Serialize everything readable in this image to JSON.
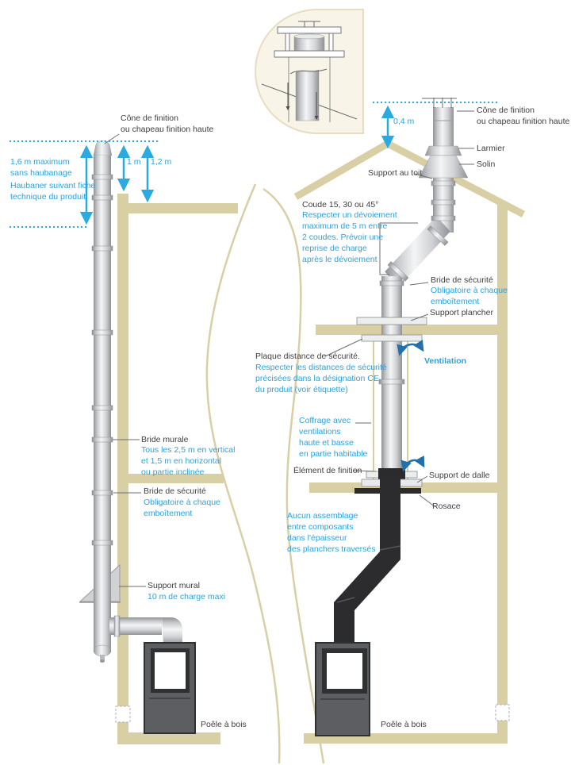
{
  "colors": {
    "accent_cyan": "#29abe2",
    "structure_beige": "#d9cfa5",
    "ventilation_arrow_blue": "#2170ad",
    "text_dark": "#3f3f41",
    "flue_black": "#2c2c2f"
  },
  "left": {
    "cone": "Cône de finition\nou chapeau finition haute",
    "max_no_guy": "1,6 m maximum\nsans haubanage",
    "guy_note": "Haubaner suivant fiche\ntechnique du produit",
    "dim_1m": "1 m",
    "dim_1_2m": "1,2 m",
    "bride_murale": "Bride murale",
    "bride_murale_note": "Tous les 2,5 m en vertical\net 1,5 m en horizontal\nou partie inclinée",
    "bride_securite": "Bride de sécurité",
    "bride_securite_note": "Obligatoire à chaque\nemboîtement",
    "support_mural": "Support mural",
    "support_mural_note": "10 m de charge maxi",
    "poele": "Poêle à bois"
  },
  "right": {
    "dim_0_4m": "0,4 m",
    "cone": "Cône de finition\nou chapeau finition haute",
    "larmier": "Larmier",
    "solin": "Solin",
    "support_toit": "Support au toit",
    "coude": "Coude 15, 30 ou 45°",
    "coude_note": "Respecter un dévoiement\nmaximum de 5 m entre\n2 coudes. Prévoir une\nreprise de charge\naprès le dévoiement",
    "bride_securite": "Bride de sécurité",
    "bride_securite_note": "Obligatoire à chaque\nemboîtement",
    "support_plancher": "Support plancher",
    "plaque": "Plaque distance de sécurité.",
    "plaque_note": "Respecter les distances de sécurité\nprécisées dans la désignation CE\ndu produit (voir étiquette)",
    "ventilation": "Ventilation",
    "coffrage_note": "Coffrage avec\nventilations\nhaute et basse\nen partie habitable",
    "element_finition": "Élément de finition",
    "support_dalle": "Support de dalle",
    "rosace": "Rosace",
    "aucun_note": "Aucun assemblage\nentre composants\ndans l'épaisseur\ndes planchers traversés",
    "poele": "Poêle à bois"
  }
}
